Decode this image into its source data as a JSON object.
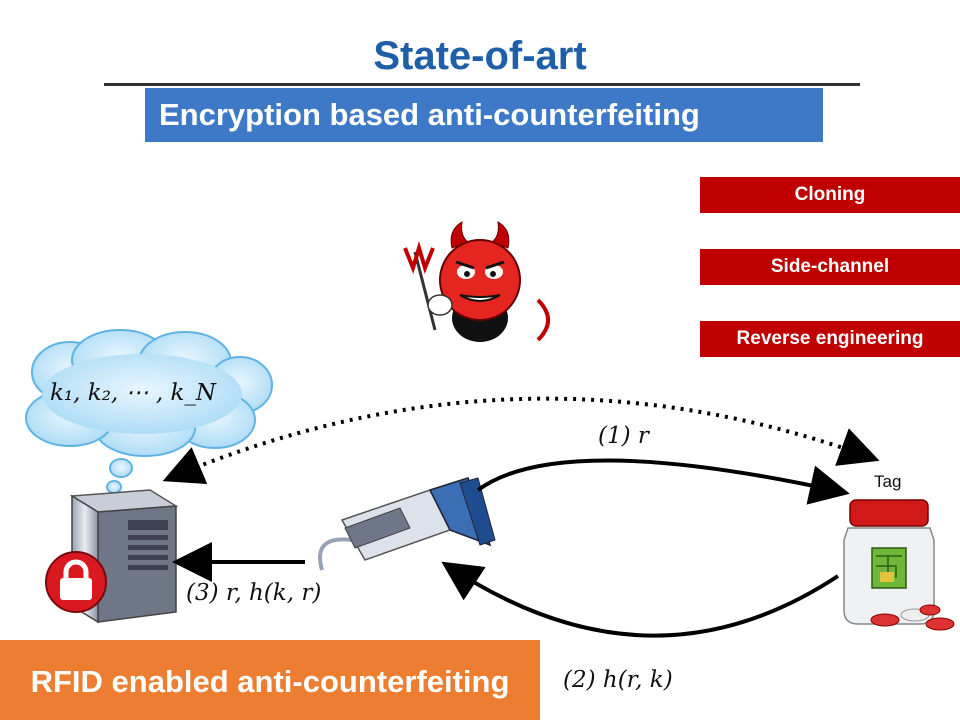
{
  "header": {
    "title": "State-of-art",
    "subtitle": "Encryption based anti-counterfeiting"
  },
  "attacks": [
    "Cloning",
    "Side-channel",
    "Reverse engineering"
  ],
  "cloud": {
    "keys": "k₁, k₂, ⋯ , k_N"
  },
  "messages": {
    "step1": "(1) r",
    "step2": "(2) h(r, k)",
    "step3": "(3)  r, h(k, r)"
  },
  "tag_label": "Tag",
  "footer": {
    "label": "RFID enabled anti-counterfeiting"
  },
  "icons": {
    "attacker": "devil-icon",
    "server": "server-icon",
    "lock": "lock-icon",
    "reader": "rfid-reader-icon",
    "tag": "pill-bottle-tag-icon"
  },
  "colors": {
    "title": "#1f5fa8",
    "subtitle_bg": "#3d79c6",
    "attack_bg": "#c00000",
    "footer_bg": "#ed7d31"
  }
}
